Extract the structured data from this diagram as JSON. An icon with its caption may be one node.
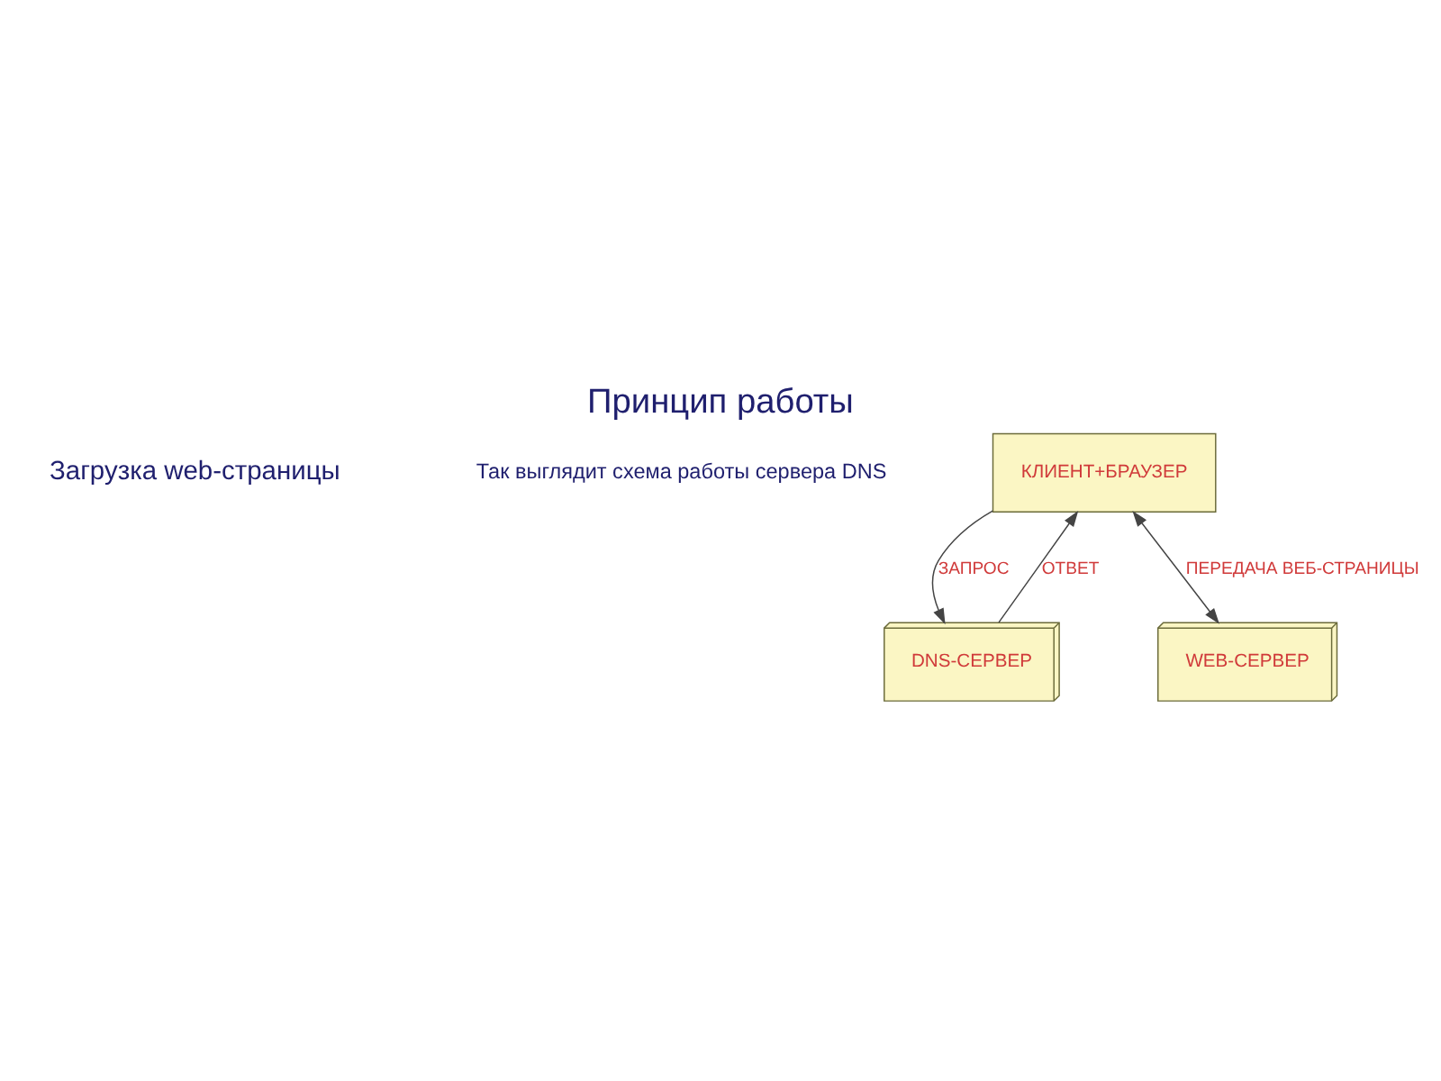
{
  "diagram": {
    "title": "Принцип работы",
    "nodes": [
      {
        "text": [
          "КЛИЕНТ+БРАУЗЕР"
        ]
      },
      {
        "text": [
          "DNS-СЕРВЕР"
        ]
      },
      {
        "text": [
          "WEB-СЕРВЕР"
        ]
      }
    ],
    "edges": [
      {
        "from": 0,
        "to": 1,
        "arrow": "to",
        "label": "ЗАПРОС"
      },
      {
        "from": 1,
        "to": 0,
        "arrow": "to",
        "label": "ОТВЕТ"
      },
      {
        "from": 0,
        "to": 2,
        "arrow": "both",
        "label": "ПЕРЕДАЧА ВЕБ-СТРАНИЦЫ"
      }
    ],
    "labels": [
      "Загрузка web-страницы",
      "Так выглядит схема работы сервера DNS"
    ]
  }
}
